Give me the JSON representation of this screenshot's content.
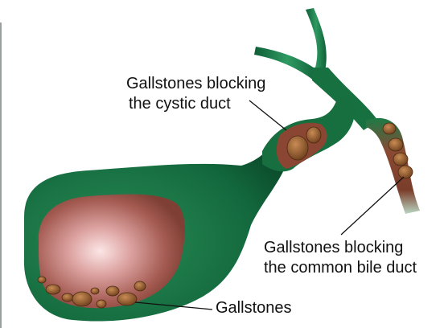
{
  "labels": {
    "cystic": [
      "Gallstones blocking",
      "the cystic duct"
    ],
    "common": [
      "Gallstones blocking",
      "the common bile duct"
    ],
    "stones": "Gallstones"
  },
  "colors": {
    "tissue_dark": "#0c5a34",
    "tissue_mid": "#1a7a48",
    "tissue_light": "#4fae7b",
    "interior": "#b56a60",
    "interior_glow": "#f6d2d2",
    "stone": "#7a4a24",
    "stone_light": "#b57a45",
    "leader": "#111111"
  }
}
